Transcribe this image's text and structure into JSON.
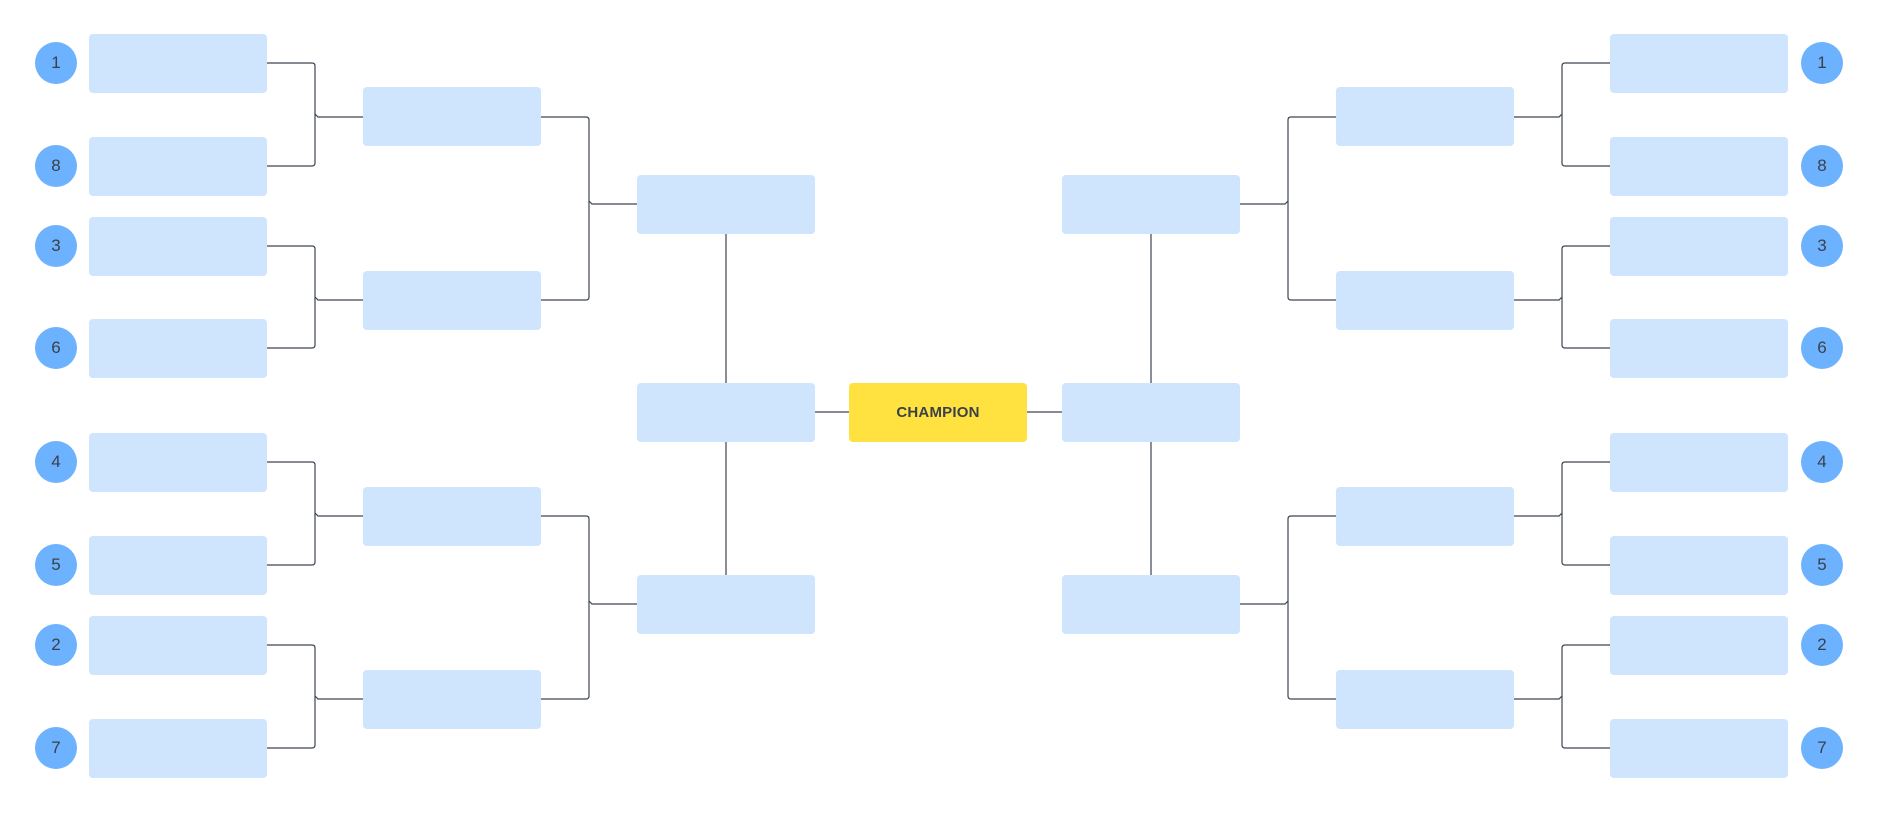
{
  "bracket": {
    "champion_label": "CHAMPION",
    "colors": {
      "slot": "#cfe4fd",
      "seed": "#6db2fe",
      "champion": "#ffe23f",
      "text": "#3a414a",
      "connector": "#3d4450"
    },
    "left": {
      "seeds": [
        "1",
        "8",
        "3",
        "6",
        "4",
        "5",
        "2",
        "7"
      ],
      "round1_slots": [
        "",
        "",
        "",
        "",
        "",
        "",
        "",
        ""
      ],
      "round2_slots": [
        "",
        "",
        "",
        ""
      ],
      "semifinal_slots": [
        "",
        ""
      ],
      "final_slot": ""
    },
    "right": {
      "seeds": [
        "1",
        "8",
        "3",
        "6",
        "4",
        "5",
        "2",
        "7"
      ],
      "round1_slots": [
        "",
        "",
        "",
        "",
        "",
        "",
        "",
        ""
      ],
      "round2_slots": [
        "",
        "",
        "",
        ""
      ],
      "semifinal_slots": [
        "",
        ""
      ],
      "final_slot": ""
    }
  }
}
